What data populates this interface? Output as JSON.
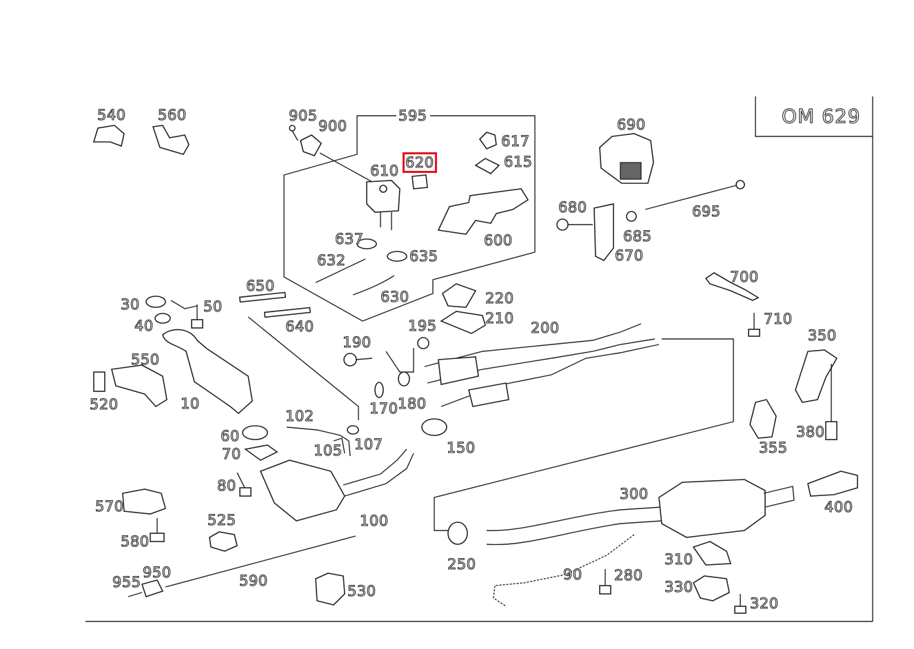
{
  "diagram": {
    "engine_code": "OM 629",
    "highlight_color": "#e8141b",
    "highlighted_part": "620",
    "parts": [
      "540",
      "560",
      "905",
      "900",
      "595",
      "617",
      "615",
      "620",
      "610",
      "690",
      "680",
      "695",
      "685",
      "670",
      "637",
      "635",
      "632",
      "630",
      "600",
      "650",
      "640",
      "700",
      "710",
      "30",
      "50",
      "40",
      "220",
      "210",
      "195",
      "190",
      "200",
      "350",
      "550",
      "520",
      "10",
      "170",
      "180",
      "150",
      "102",
      "107",
      "105",
      "60",
      "70",
      "380",
      "355",
      "80",
      "570",
      "100",
      "525",
      "580",
      "300",
      "400",
      "310",
      "250",
      "90",
      "280",
      "330",
      "320",
      "955",
      "950",
      "590",
      "530"
    ]
  }
}
